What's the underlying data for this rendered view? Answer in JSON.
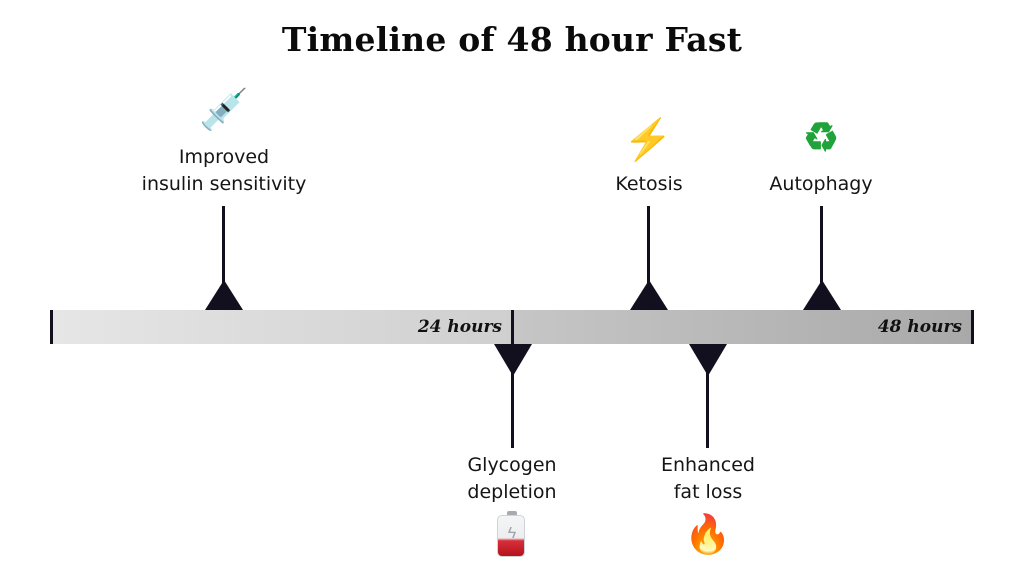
{
  "title": "Timeline of 48 hour Fast",
  "timeline": {
    "colors": {
      "bar_first_half": "#dcdcdc",
      "bar_second_half": "#b8b8b8",
      "marker": "#12101f"
    },
    "markers": [
      {
        "label": "24 hours",
        "position_hours": 24
      },
      {
        "label": "48 hours",
        "position_hours": 48
      }
    ]
  },
  "events_above": [
    {
      "line1": "Improved",
      "line2": "insulin sensitivity",
      "icon": "syringe-icon",
      "glyph": "💉"
    },
    {
      "line1": "Ketosis",
      "line2": "",
      "icon": "lightning-icon",
      "glyph": "⚡"
    },
    {
      "line1": "Autophagy",
      "line2": "",
      "icon": "recycle-icon",
      "glyph": "♻"
    }
  ],
  "events_below": [
    {
      "line1": "Glycogen",
      "line2": "depletion",
      "icon": "low-battery-icon",
      "glyph": "ϟ"
    },
    {
      "line1": "Enhanced",
      "line2": "fat loss",
      "icon": "fire-icon",
      "glyph": "🔥"
    }
  ]
}
